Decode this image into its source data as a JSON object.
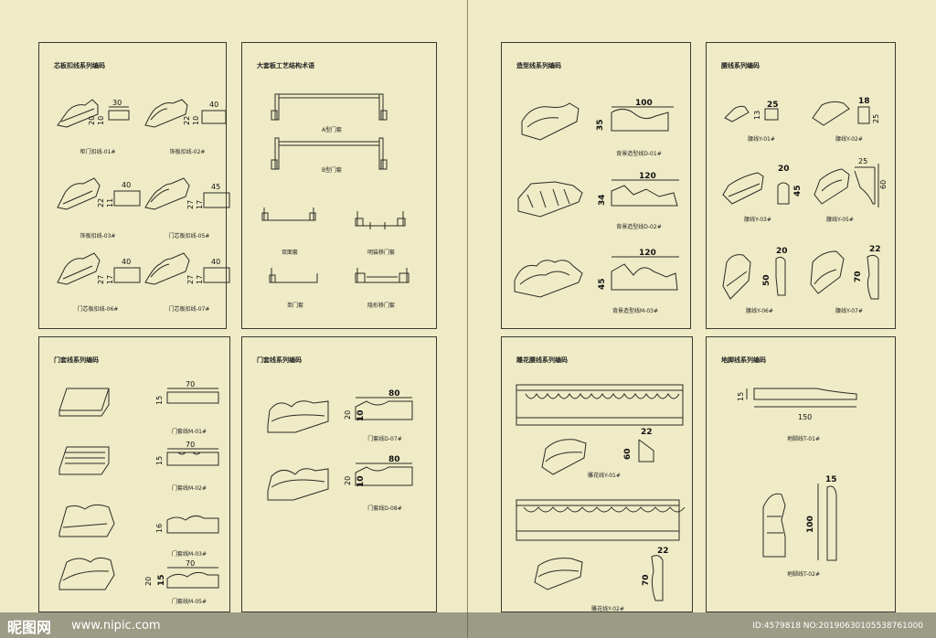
{
  "panels": {
    "p1": {
      "title": "芯板扣线系列编码",
      "items": [
        "柜门扣线-01#",
        "饰板扣线-02#",
        "饰板扣线-03#",
        "门芯板扣线-05#",
        "门芯板扣线-06#",
        "门芯板扣线-07#"
      ]
    },
    "p2": {
      "title": "大套板工艺结构术语",
      "items": [
        "A型门套",
        "B型门套",
        "双面套",
        "明装移门套",
        "单门套",
        "隐形移门套"
      ]
    },
    "p3": {
      "title": "造型线系列编码",
      "items": [
        "背景造型线D-01#",
        "背景造型线D-02#",
        "背景造型线M-03#"
      ]
    },
    "p4": {
      "title": "腰线系列编码",
      "items": [
        "腰线Y-01#",
        "腰线Y-02#",
        "腰线Y-03#",
        "腰线Y-05#",
        "腰线Y-06#",
        "腰线Y-07#"
      ]
    },
    "p5": {
      "title": "门套线系列编码",
      "items": [
        "门套线M-01#",
        "门套线M-02#",
        "门套线M-03#",
        "门套线M-05#"
      ]
    },
    "p6": {
      "title": "门套线系列编码",
      "items": [
        "门套线D-07#",
        "门套线D-08#"
      ]
    },
    "p7": {
      "title": "雕花腰线系列编码",
      "items": [
        "雕花线Y-01#",
        "雕花线Y-02#"
      ]
    },
    "p8": {
      "title": "地脚线系列编码",
      "items": [
        "地脚线T-01#",
        "地脚线T-02#"
      ]
    }
  },
  "dims": {
    "d30": "30",
    "d40": "40",
    "d45": "45",
    "d20": "20",
    "d10": "10",
    "d22": "22",
    "d11": "11",
    "d27": "27",
    "d17": "17",
    "d100": "100",
    "d120": "120",
    "d35": "35",
    "d34": "34",
    "d25": "25",
    "d13": "13",
    "d18": "18",
    "d60": "60",
    "d50": "50",
    "d70": "70",
    "d15": "15",
    "d16": "16",
    "d80": "80",
    "d150": "150"
  },
  "watermark": {
    "logo": "昵图网",
    "url": "www.nipic.com",
    "id": "ID:4579818 NO:20190630105538761000"
  },
  "colors": {
    "background": "#eeebc6",
    "line": "#2b2b25"
  }
}
